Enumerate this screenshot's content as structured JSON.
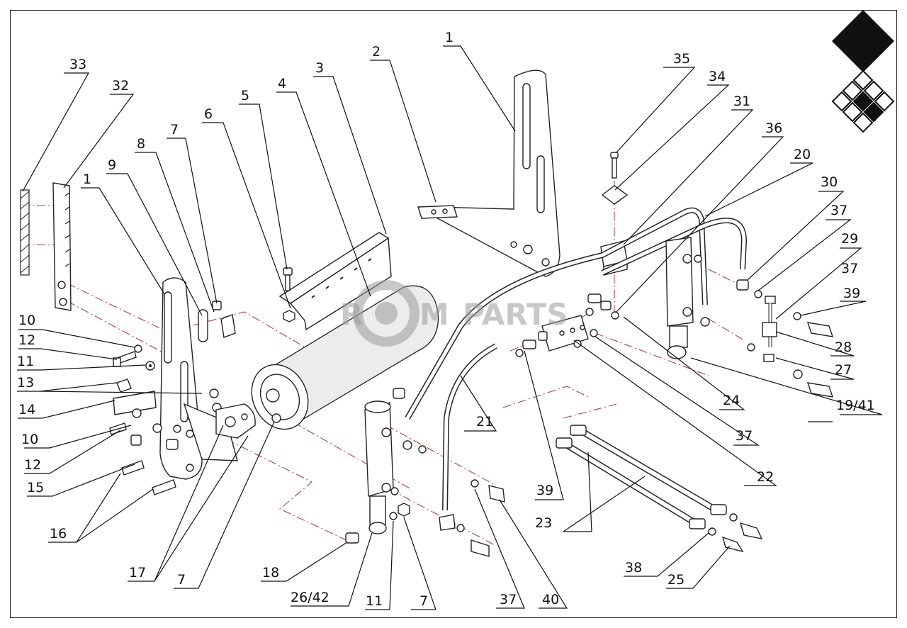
{
  "watermark": {
    "text_left": "R",
    "text_mid": "M",
    "text_right": "PARTS"
  },
  "callouts": {
    "c1a": "1",
    "c2": "2",
    "c1b": "1",
    "c35": "35",
    "c34": "34",
    "c31": "31",
    "c36": "36",
    "c20": "20",
    "c30": "30",
    "c37a": "37",
    "c29": "29",
    "c37b": "37",
    "c39a": "39",
    "c28": "28",
    "c27": "27",
    "c1941": "19/41",
    "c24": "24",
    "c37c": "37",
    "c22": "22",
    "c21": "21",
    "c39b": "39",
    "c23": "23",
    "c38": "38",
    "c25": "25",
    "c40": "40",
    "c37d": "37",
    "c7a": "7",
    "c11a": "11",
    "c2642": "26/42",
    "c18": "18",
    "c7b": "7",
    "c17": "17",
    "c16": "16",
    "c15": "15",
    "c12a": "12",
    "c10a": "10",
    "c14": "14",
    "c13": "13",
    "c11b": "11",
    "c12b": "12",
    "c10b": "10",
    "c33": "33",
    "c32": "32",
    "c9": "9",
    "c8": "8",
    "c7c": "7",
    "c6": "6",
    "c5": "5",
    "c4": "4",
    "c3": "3"
  }
}
